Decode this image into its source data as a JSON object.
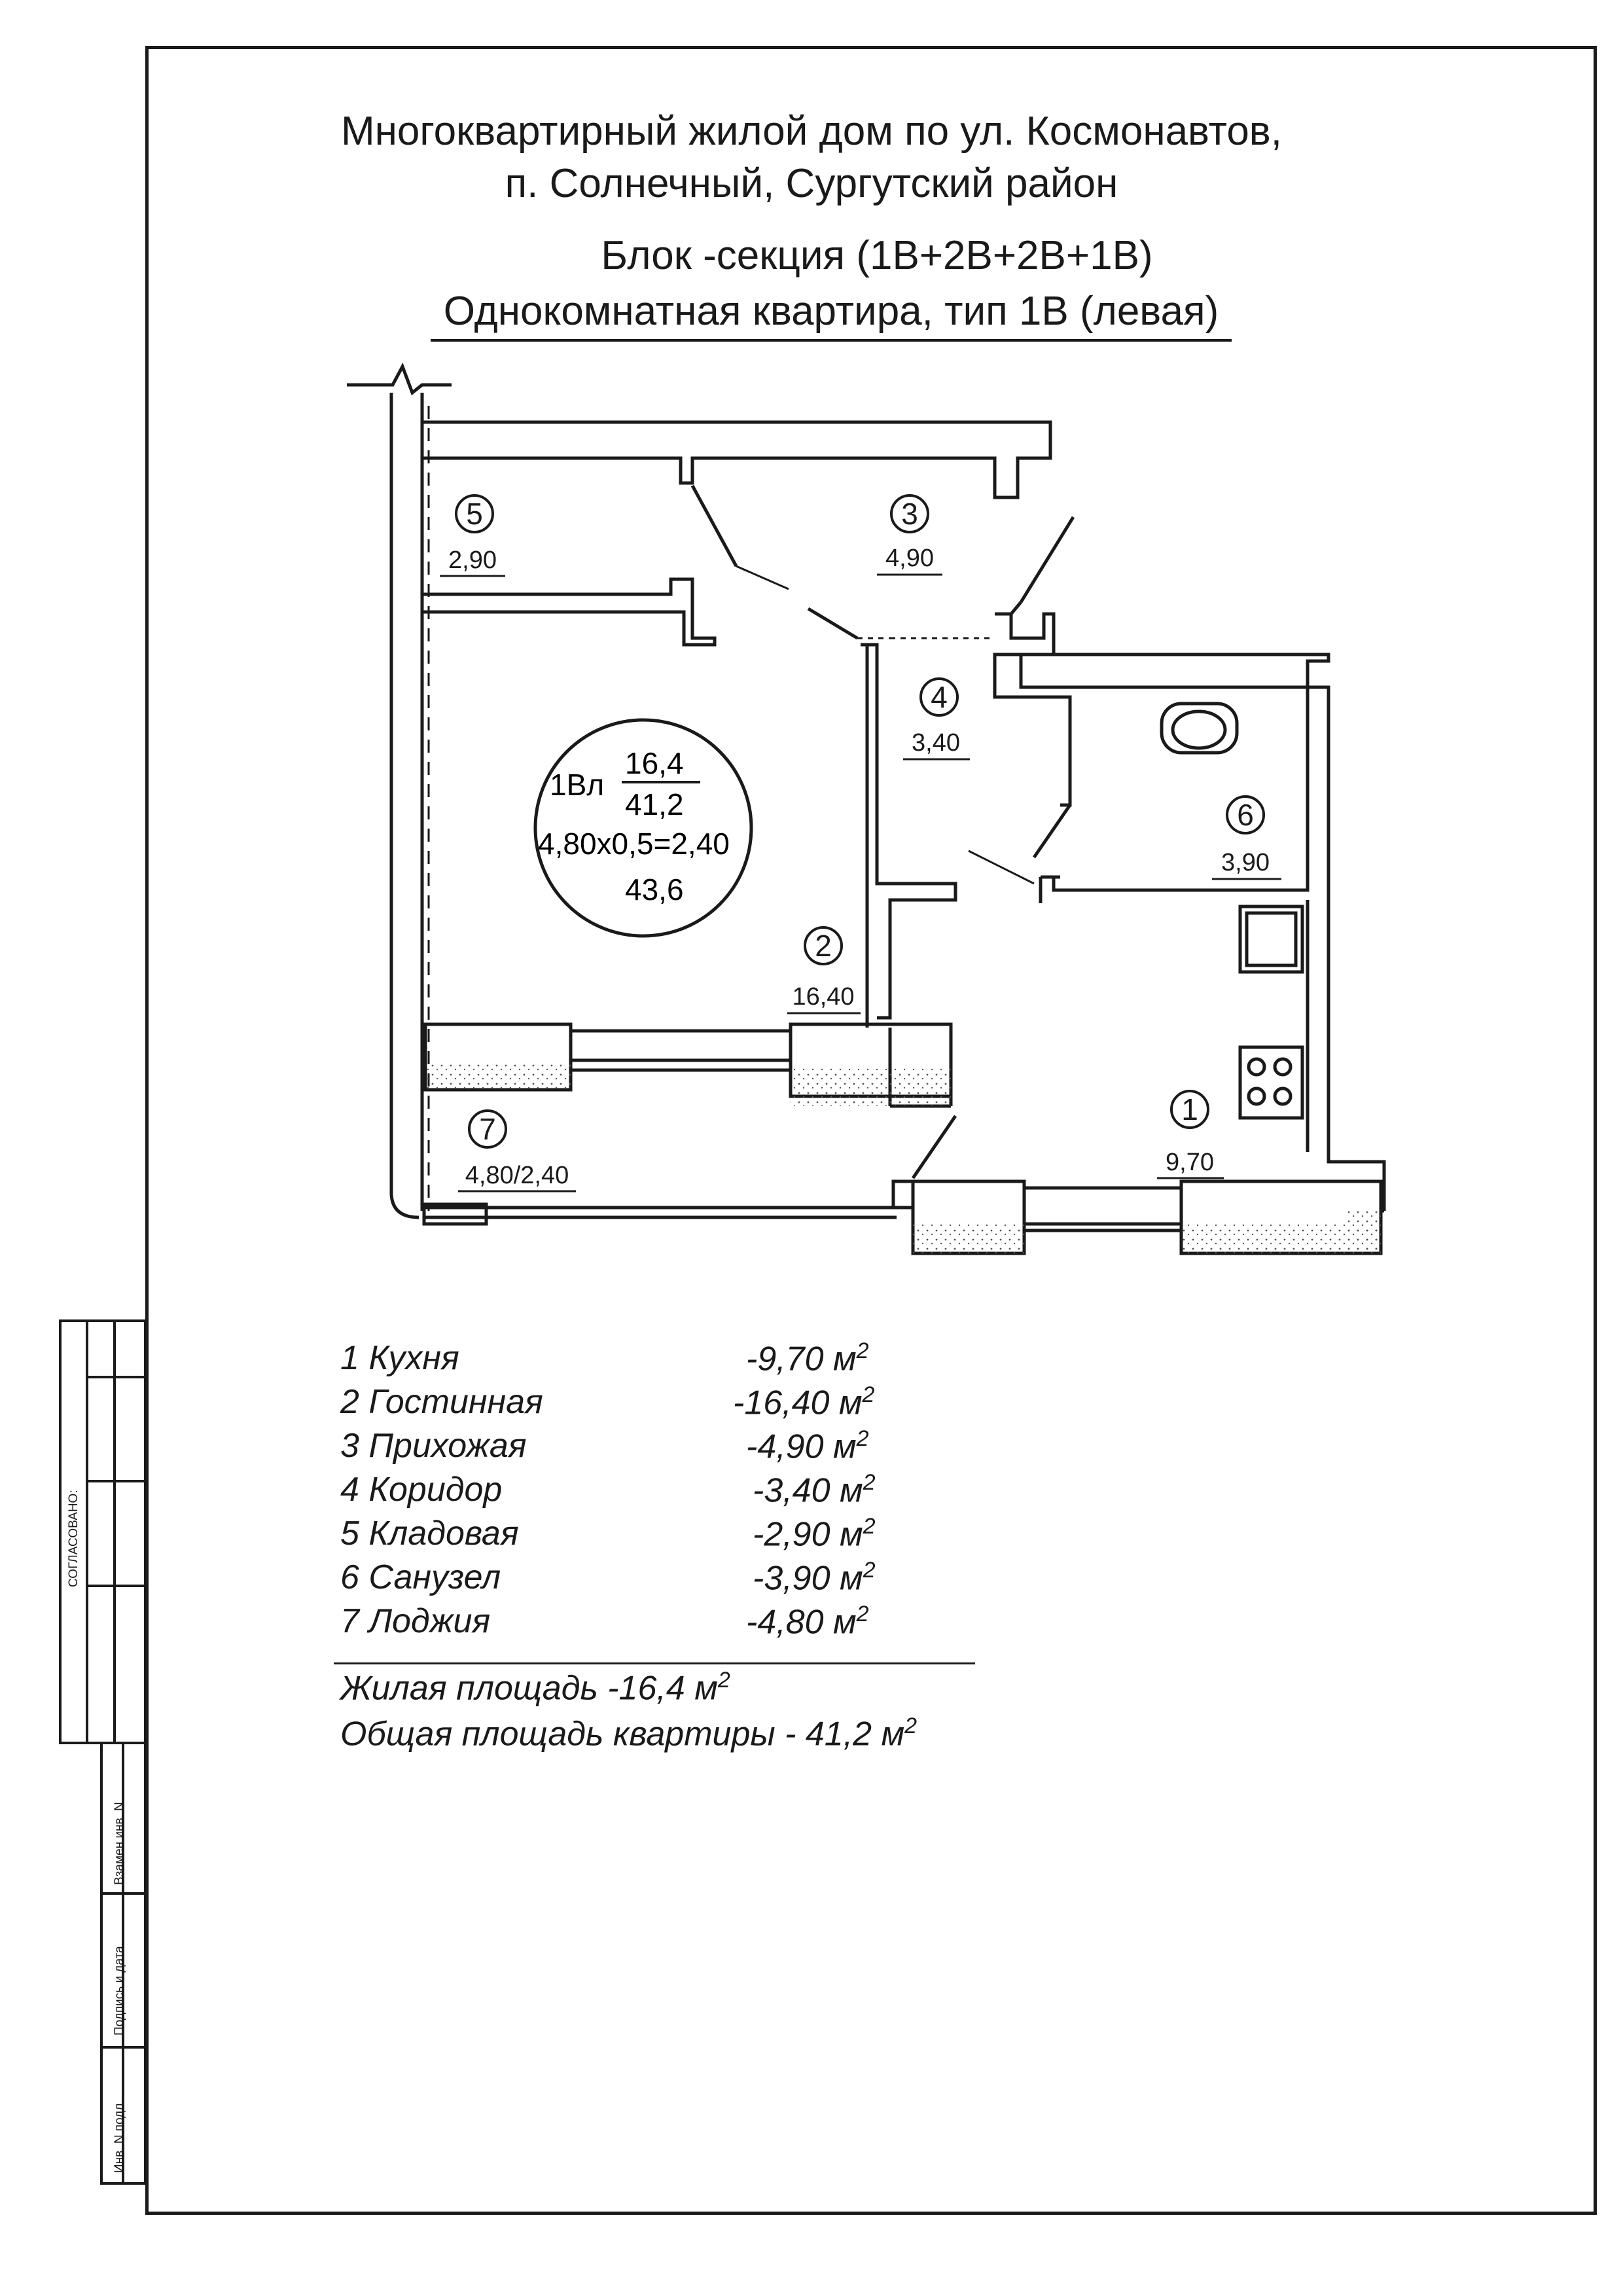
{
  "header": {
    "line1": "Многоквартирный жилой дом по ул. Космонавтов,",
    "line2": "п. Солнечный, Сургутский район",
    "line3": "Блок -секция (1В+2В+2В+1В)",
    "line4": "Однокомнатная квартира, тип 1В (левая)"
  },
  "plan": {
    "rooms": [
      {
        "num": "1",
        "area": "9,70"
      },
      {
        "num": "2",
        "area": "16,40"
      },
      {
        "num": "3",
        "area": "4,90"
      },
      {
        "num": "4",
        "area": "3,40"
      },
      {
        "num": "5",
        "area": "2,90"
      },
      {
        "num": "6",
        "area": "3,90"
      },
      {
        "num": "7",
        "area": "4,80/2,40"
      }
    ],
    "badge": {
      "code": "1Вл",
      "living": "16,4",
      "total": "41,2",
      "loggia_calc": "4,80х0,5=2,40",
      "total_with_loggia": "43,6"
    }
  },
  "room_list": [
    {
      "name": "1 Кухня",
      "area": "-9,70 м"
    },
    {
      "name": "2 Гостинная",
      "area": "-16,40 м"
    },
    {
      "name": "3 Прихожая",
      "area": "-4,90 м"
    },
    {
      "name": "4 Коридор",
      "area": "-3,40 м"
    },
    {
      "name": "5 Кладовая",
      "area": "-2,90 м"
    },
    {
      "name": "6 Санузел",
      "area": "-3,90 м"
    },
    {
      "name": "7 Лоджия",
      "area": "-4,80 м"
    }
  ],
  "unit_sup": "2",
  "summary": {
    "living": "Жилая площадь -16,4 м",
    "total": "Общая площадь квартиры - 41,2 м"
  },
  "stamp": {
    "agreed": "СОГЛАСОВАНО:",
    "inv_replace": "Взамен инв. N",
    "sign_date": "Подпись и дата",
    "inv_orig": "Инв. N подл."
  }
}
